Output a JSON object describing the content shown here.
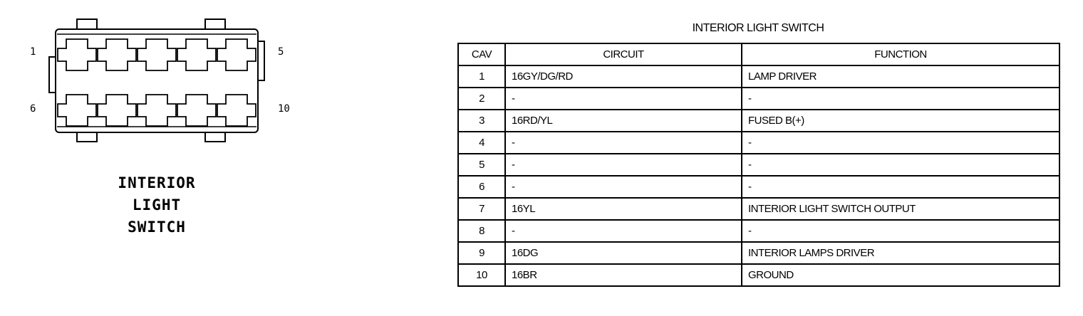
{
  "connector": {
    "pin_labels": {
      "top_left": "1",
      "top_right": "5",
      "bottom_left": "6",
      "bottom_right": "10"
    },
    "name_lines": [
      "INTERIOR",
      "LIGHT",
      "SWITCH"
    ]
  },
  "table": {
    "title": "INTERIOR LIGHT SWITCH",
    "headers": {
      "cav": "CAV",
      "circuit": "CIRCUIT",
      "function": "FUNCTION"
    },
    "rows": [
      {
        "cav": "1",
        "circuit": "16GY/DG/RD",
        "function": "LAMP DRIVER"
      },
      {
        "cav": "2",
        "circuit": "-",
        "function": "-"
      },
      {
        "cav": "3",
        "circuit": "16RD/YL",
        "function": "FUSED B(+)"
      },
      {
        "cav": "4",
        "circuit": "-",
        "function": "-"
      },
      {
        "cav": "5",
        "circuit": "-",
        "function": "-"
      },
      {
        "cav": "6",
        "circuit": "-",
        "function": "-"
      },
      {
        "cav": "7",
        "circuit": "16YL",
        "function": "INTERIOR LIGHT SWITCH OUTPUT"
      },
      {
        "cav": "8",
        "circuit": "-",
        "function": "-"
      },
      {
        "cav": "9",
        "circuit": "16DG",
        "function": "INTERIOR LAMPS DRIVER"
      },
      {
        "cav": "10",
        "circuit": "16BR",
        "function": "GROUND"
      }
    ]
  }
}
